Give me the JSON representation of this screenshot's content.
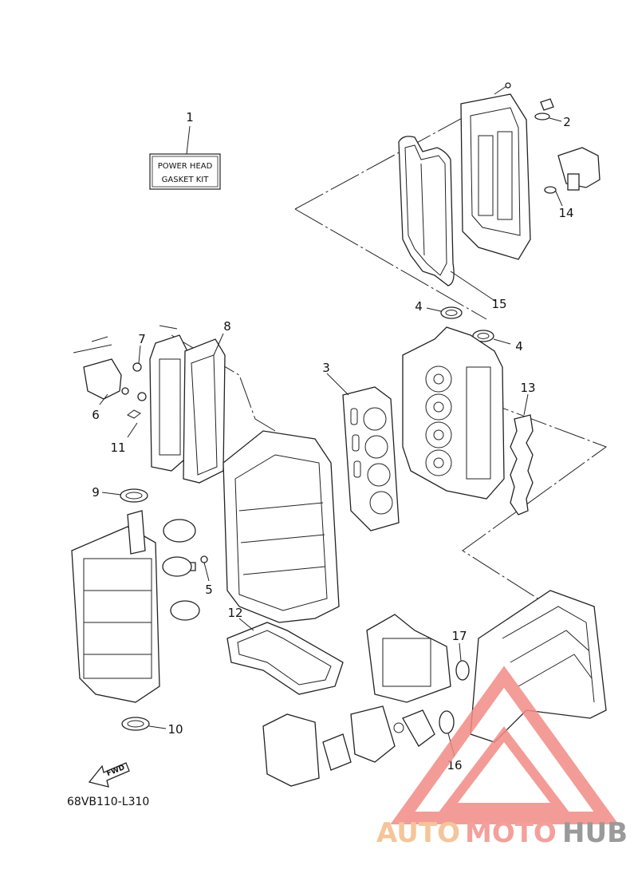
{
  "kit_label": {
    "line1": "POWER HEAD",
    "line2": "GASKET KIT"
  },
  "callouts": [
    "1",
    "2",
    "3",
    "4",
    "4",
    "5",
    "6",
    "7",
    "8",
    "9",
    "10",
    "11",
    "12",
    "13",
    "14",
    "15",
    "16",
    "17"
  ],
  "fwd_arrow_text": "FWD",
  "diagram_code": "68VB110-L310",
  "watermark": {
    "part1": "AUTO",
    "part2": "MOTO",
    "part3": "HUB",
    "color1": "#f5c59a",
    "color2": "#f3a09c",
    "color3": "#9a9a9a",
    "logo_color": "#f28b86"
  }
}
